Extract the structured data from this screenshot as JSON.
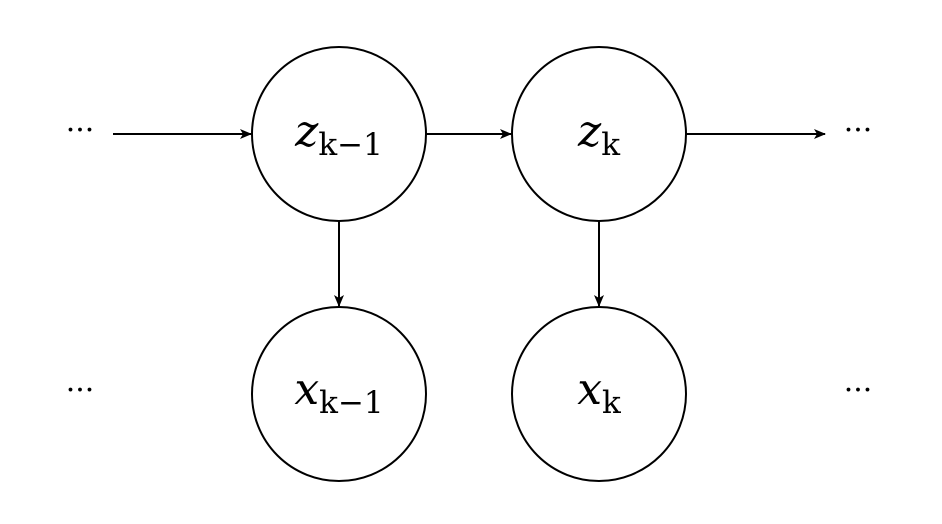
{
  "nodes": {
    "z_prev": {
      "base": "z",
      "subscript": "k−1"
    },
    "z_curr": {
      "base": "z",
      "subscript": "k"
    },
    "x_prev": {
      "base": "x",
      "subscript": "k−1"
    },
    "x_curr": {
      "base": "x",
      "subscript": "k"
    }
  },
  "ellipsis": {
    "top_left": "···",
    "top_right": "···",
    "bottom_left": "···",
    "bottom_right": "···"
  },
  "edges": [
    {
      "from": "···",
      "to": "z_{k-1}"
    },
    {
      "from": "z_{k-1}",
      "to": "z_k"
    },
    {
      "from": "z_k",
      "to": "···"
    },
    {
      "from": "z_{k-1}",
      "to": "x_{k-1}"
    },
    {
      "from": "z_k",
      "to": "x_k"
    }
  ]
}
